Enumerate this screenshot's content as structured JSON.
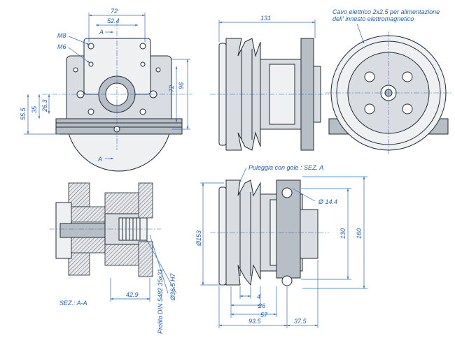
{
  "views": {
    "front": {
      "dims": {
        "width_72": "72",
        "width_52_4": "52.4",
        "height_96": "96",
        "height_72": "72",
        "height_55_5": "55.5",
        "height_35": "35",
        "height_26_3": "26.3"
      },
      "threads": {
        "m8": "M8",
        "m6": "M6"
      },
      "section_mark": "A"
    },
    "side_top": {
      "dims": {
        "length_131": "131"
      }
    },
    "rear": {
      "note_line1": "Cavo elettrico 2x2.5 per alimentazione",
      "note_line2": "dell' innesto elettromagnetico"
    },
    "section": {
      "label": "SEZ.: A-A",
      "dims": {
        "d_42_9": "42.9",
        "d_36_5": "Ø36.5 H7"
      },
      "profile": "Profilo DIN 5482 35x31"
    },
    "side_bottom": {
      "pulley_note": "Puleggia con gole : SEZ. A",
      "dims": {
        "d_153": "Ø153",
        "d_14_4": "Ø 14.4",
        "h_130": "130",
        "h_160": "160",
        "w_4": "4",
        "w_26": "26",
        "w_57": "57",
        "w_93_5": "93.5",
        "w_37_5": "37.5"
      }
    }
  }
}
